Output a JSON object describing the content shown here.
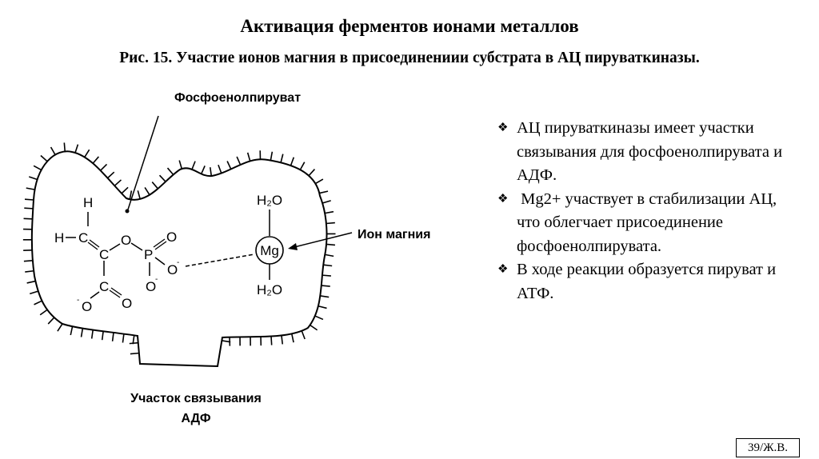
{
  "slide": {
    "title": "Активация ферментов ионами металлов",
    "subtitle": "Рис. 15. Участие ионов магния в присоединениии субстрата в АЦ пируваткиназы.",
    "footer": "39/Ж.В."
  },
  "diagram": {
    "label_pep": "Фосфоенолпируват",
    "label_mg_ion": "Ион магния",
    "label_adp_site_1": "Участок связывания",
    "label_adp_site_2": "АДФ",
    "atoms": {
      "h_top": "H",
      "h_left": "H",
      "c1": "C",
      "c2": "C",
      "c3": "C",
      "o_bridge": "O",
      "p": "P",
      "o_double_p": "O",
      "o_minus_p_right": "O",
      "o_minus_p_down": "O",
      "o_minus_carboxyl": "O",
      "o_double_carboxyl": "O",
      "mg": "Mg",
      "h2o_top": "H₂O",
      "h2o_bottom": "H₂O"
    }
  },
  "bullets": [
    {
      "icon": "diamond-bullet-icon",
      "text": "АЦ пируваткиназы имеет участки связывания для фосфоенолпирувата и АДФ."
    },
    {
      "icon": "diamond-bullet-icon",
      "text": " Mg2+ участвует в стабилизации АЦ, что облегчает присоединение фосфоенолпирувата."
    },
    {
      "icon": "diamond-bullet-icon",
      "text": "В ходе реакции образуется пируват и АТФ."
    }
  ],
  "bullet_glyph": "❖"
}
